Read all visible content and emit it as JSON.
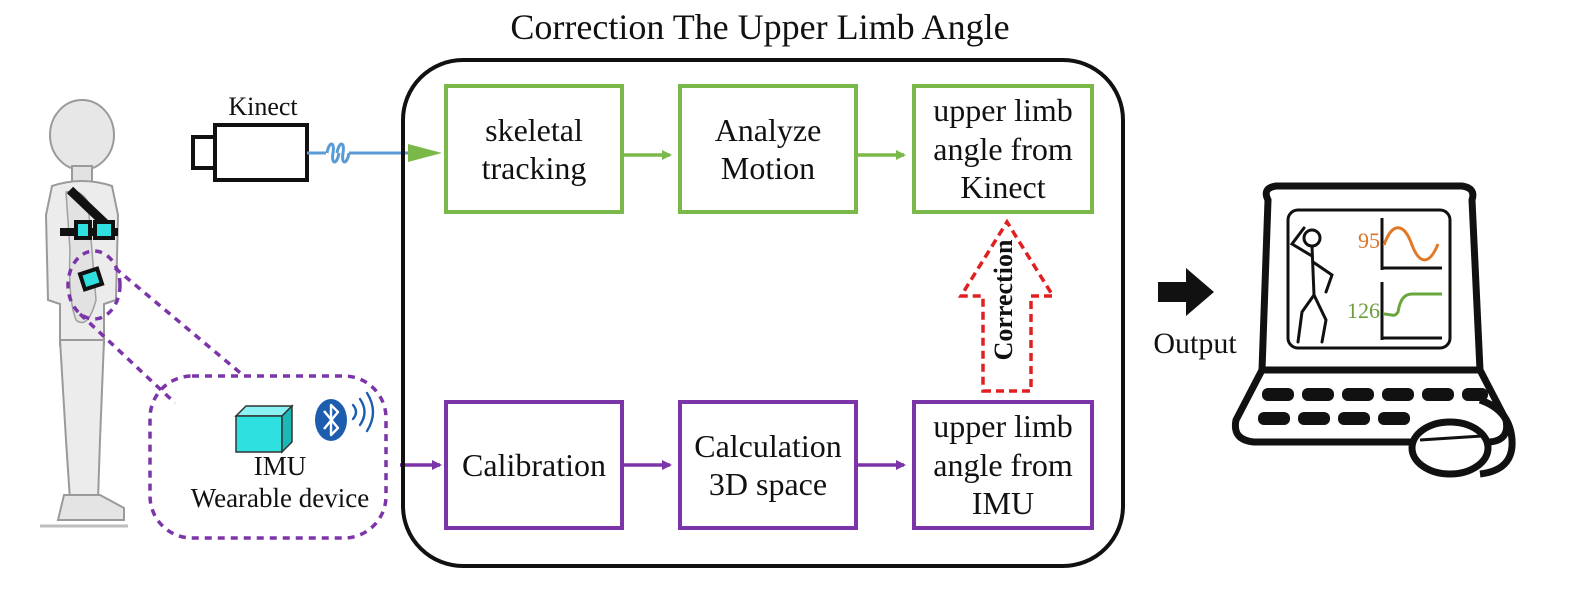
{
  "title": "Correction The Upper  Limb Angle",
  "devices": {
    "kinect_label": "Kinect",
    "imu_label_1": "IMU",
    "imu_label_2": "Wearable device"
  },
  "kinect_row": {
    "box1": [
      "skeletal",
      "tracking"
    ],
    "box2": [
      "Analyze",
      "Motion"
    ],
    "box3": [
      "upper limb",
      "angle from",
      "Kinect"
    ]
  },
  "imu_row": {
    "box1": [
      "Calibration"
    ],
    "box2": [
      "Calculation",
      "3D space"
    ],
    "box3": [
      "upper limb",
      "angle from",
      "IMU"
    ]
  },
  "correction_label": "Correction",
  "output_label": "Output",
  "monitor": {
    "value_top": "95",
    "value_bottom": "126"
  },
  "colors": {
    "kinect_flow": "#7bb84a",
    "imu_flow": "#7b35a8",
    "correction_arrow": "#e02020",
    "kinect_link": "#5b9bd5",
    "device_cyan": "#2fe0e0"
  }
}
